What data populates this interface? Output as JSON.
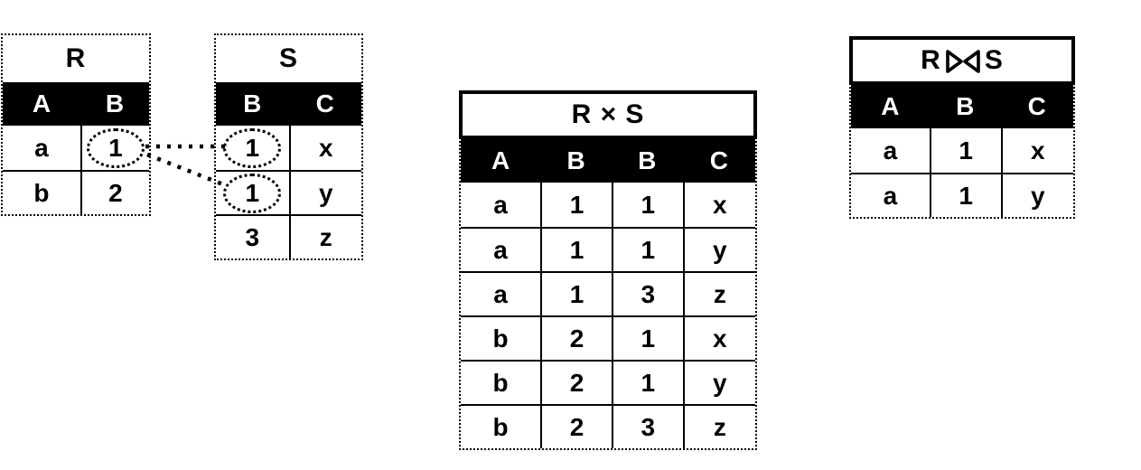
{
  "diagram": {
    "background_color": "#ffffff",
    "ink_color": "#000000",
    "header_bg_color": "#000000",
    "header_text_color": "#ffffff"
  },
  "tables": {
    "r": {
      "title": "R",
      "columns": [
        "A",
        "B"
      ],
      "rows": [
        [
          "a",
          "1"
        ],
        [
          "b",
          "2"
        ]
      ],
      "circled_cells": [
        [
          0,
          1
        ]
      ]
    },
    "s": {
      "title": "S",
      "columns": [
        "B",
        "C"
      ],
      "rows": [
        [
          "1",
          "x"
        ],
        [
          "1",
          "y"
        ],
        [
          "3",
          "z"
        ]
      ],
      "circled_cells": [
        [
          0,
          0
        ],
        [
          1,
          0
        ]
      ]
    },
    "product": {
      "title": "R × S",
      "columns": [
        "A",
        "B",
        "B",
        "C"
      ],
      "rows": [
        [
          "a",
          "1",
          "1",
          "x"
        ],
        [
          "a",
          "1",
          "1",
          "y"
        ],
        [
          "a",
          "1",
          "3",
          "z"
        ],
        [
          "b",
          "2",
          "1",
          "x"
        ],
        [
          "b",
          "2",
          "1",
          "y"
        ],
        [
          "b",
          "2",
          "3",
          "z"
        ]
      ],
      "circled_cells": []
    },
    "join": {
      "title_left": "R",
      "join_symbol": "⋈",
      "title_right": "S",
      "columns": [
        "A",
        "B",
        "C"
      ],
      "rows": [
        [
          "a",
          "1",
          "x"
        ],
        [
          "a",
          "1",
          "y"
        ]
      ],
      "circled_cells": []
    }
  },
  "annotations": {
    "match_links": [
      {
        "from": "R.B value 1",
        "to": "S.B value 1 (row with C = x)",
        "style": "dotted-line"
      },
      {
        "from": "R.B value 1",
        "to": "S.B value 1 (row with C = y)",
        "style": "dotted-line"
      }
    ]
  }
}
